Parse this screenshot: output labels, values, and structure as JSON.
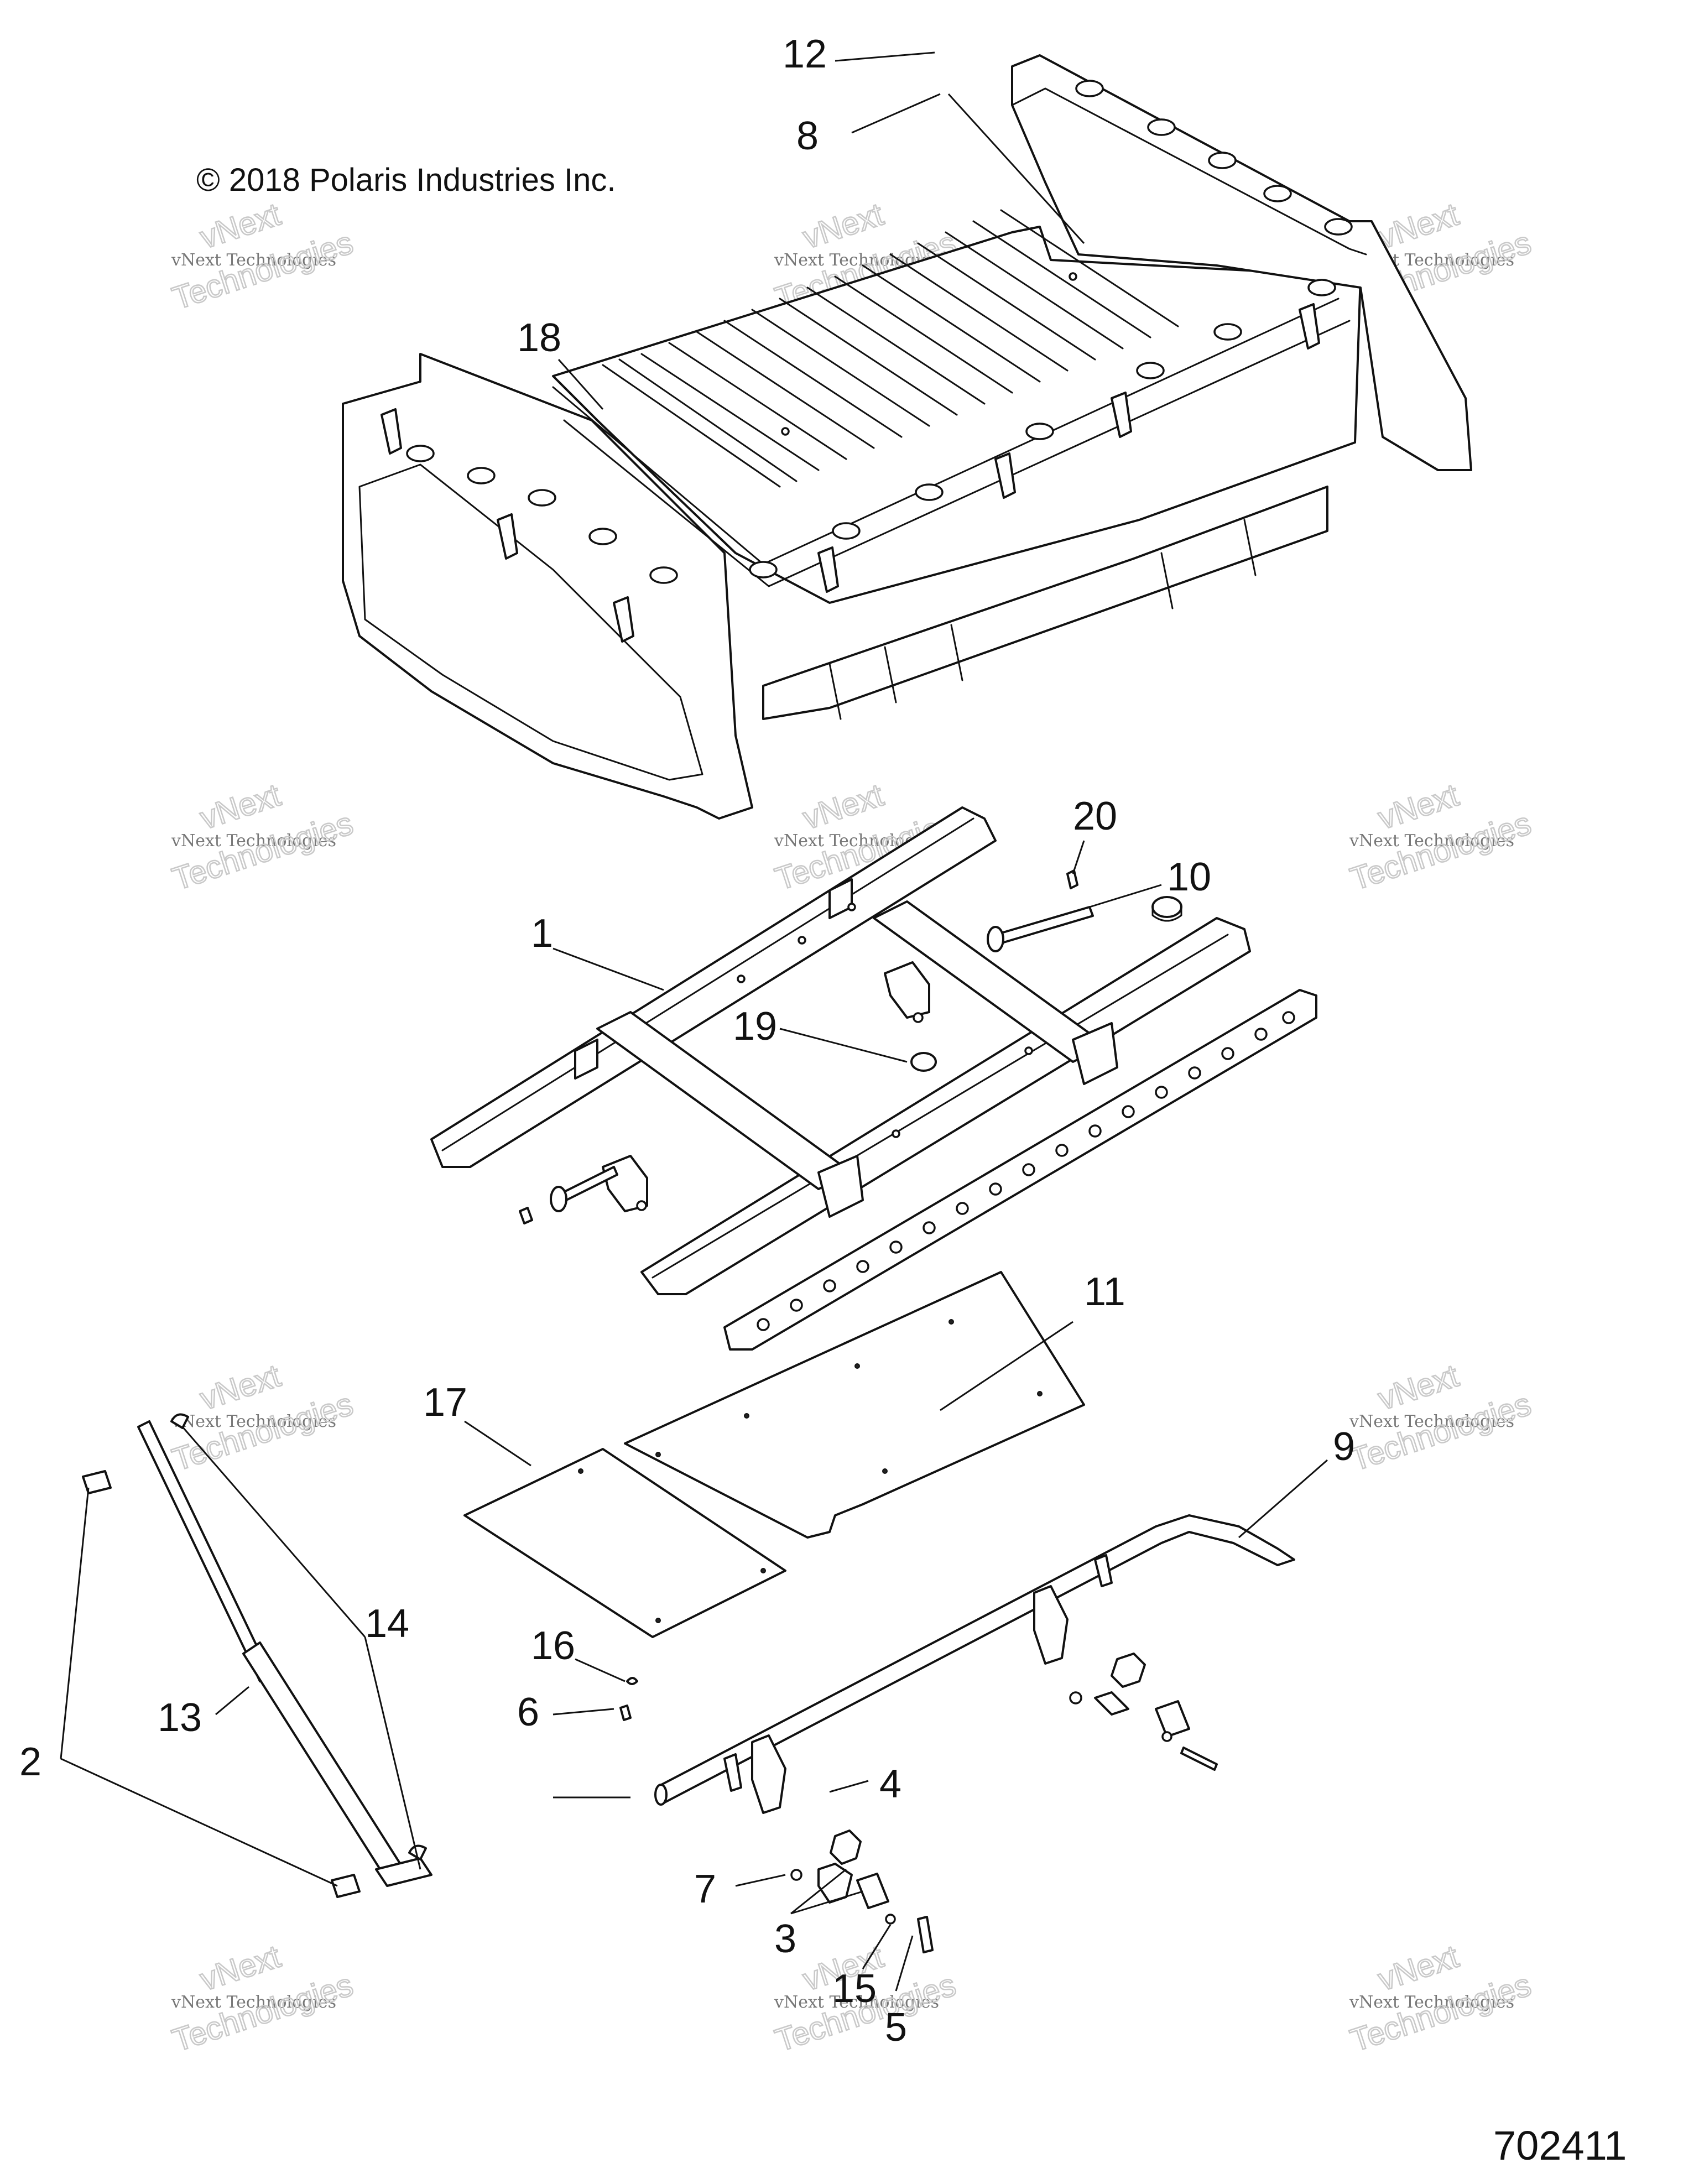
{
  "copyright": "© 2018  Polaris Industries Inc.",
  "document_number": "702411",
  "watermark": {
    "line1": "vNext Technologies",
    "line2": "Technologies",
    "line3": "vNext"
  },
  "callouts": {
    "c1": "1",
    "c2": "2",
    "c3": "3",
    "c4": "4",
    "c5": "5",
    "c6": "6",
    "c7": "7",
    "c8": "8",
    "c9": "9",
    "c10": "10",
    "c11": "11",
    "c12": "12",
    "c13": "13",
    "c14": "14",
    "c15": "15",
    "c16": "16",
    "c17": "17",
    "c18": "18",
    "c19": "19",
    "c20": "20"
  }
}
